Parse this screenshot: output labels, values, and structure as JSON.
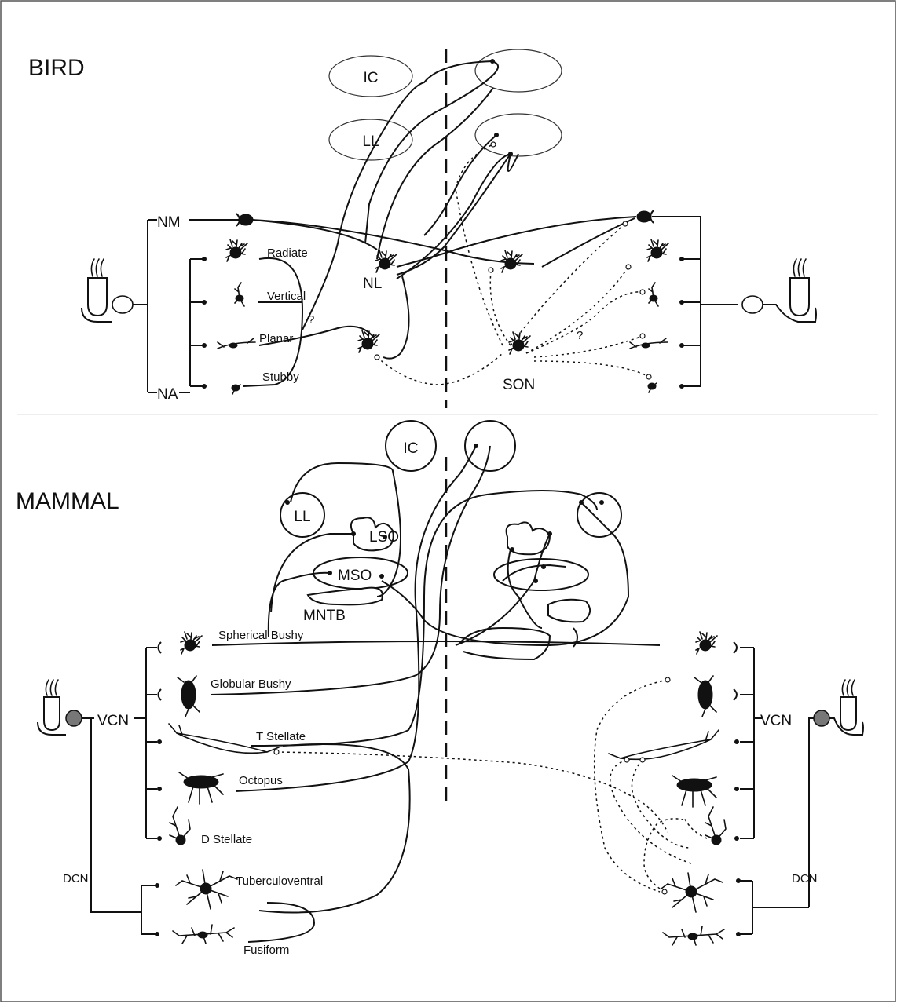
{
  "bird": {
    "heading": "BIRD",
    "nuclei": {
      "ic": "IC",
      "ll": "LL",
      "nm": "NM",
      "na": "NA",
      "nl": "NL",
      "son": "SON"
    },
    "cell_types": {
      "radiate": "Radiate",
      "vertical": "Vertical",
      "planar": "Planar",
      "stubby": "Stubby"
    },
    "query_left": "?",
    "query_right": "?"
  },
  "mammal": {
    "heading": "MAMMAL",
    "nuclei": {
      "ic": "IC",
      "ll": "LL",
      "lso": "LSO",
      "mso": "MSO",
      "mntb": "MNTB",
      "vcn": "VCN",
      "dcn": "DCN"
    },
    "cell_types": {
      "spherical_bushy": "Spherical Bushy",
      "globular_bushy": "Globular Bushy",
      "t_stellate": "T Stellate",
      "octopus": "Octopus",
      "d_stellate": "D Stellate",
      "tuberculoventral": "Tuberculoventral",
      "fusiform": "Fusiform"
    }
  },
  "icons": [
    "cochlea-hair-cell-icon",
    "spiral-ganglion-icon",
    "neuron-icon"
  ]
}
